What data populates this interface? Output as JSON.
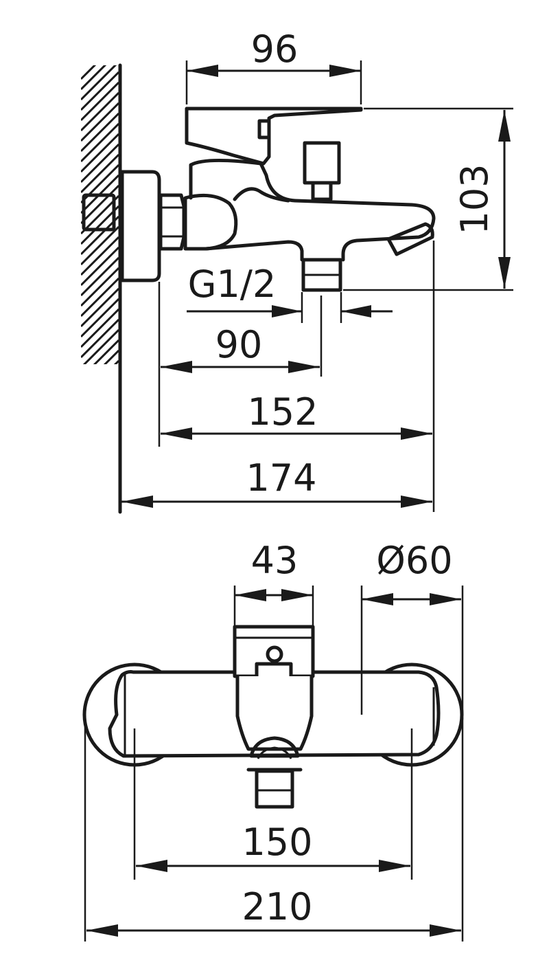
{
  "side_view": {
    "dim_top_width": "96",
    "dim_height": "103",
    "dim_thread": "G1/2",
    "dim_inlet_offset": "90",
    "dim_spout_reach": "152",
    "dim_total_depth": "174"
  },
  "front_view": {
    "dim_handle_width": "43",
    "dim_flange_diameter": "Ø60",
    "dim_center_distance": "150",
    "dim_total_width": "210"
  },
  "colors": {
    "line": "#1a1a1a",
    "background": "#ffffff"
  }
}
